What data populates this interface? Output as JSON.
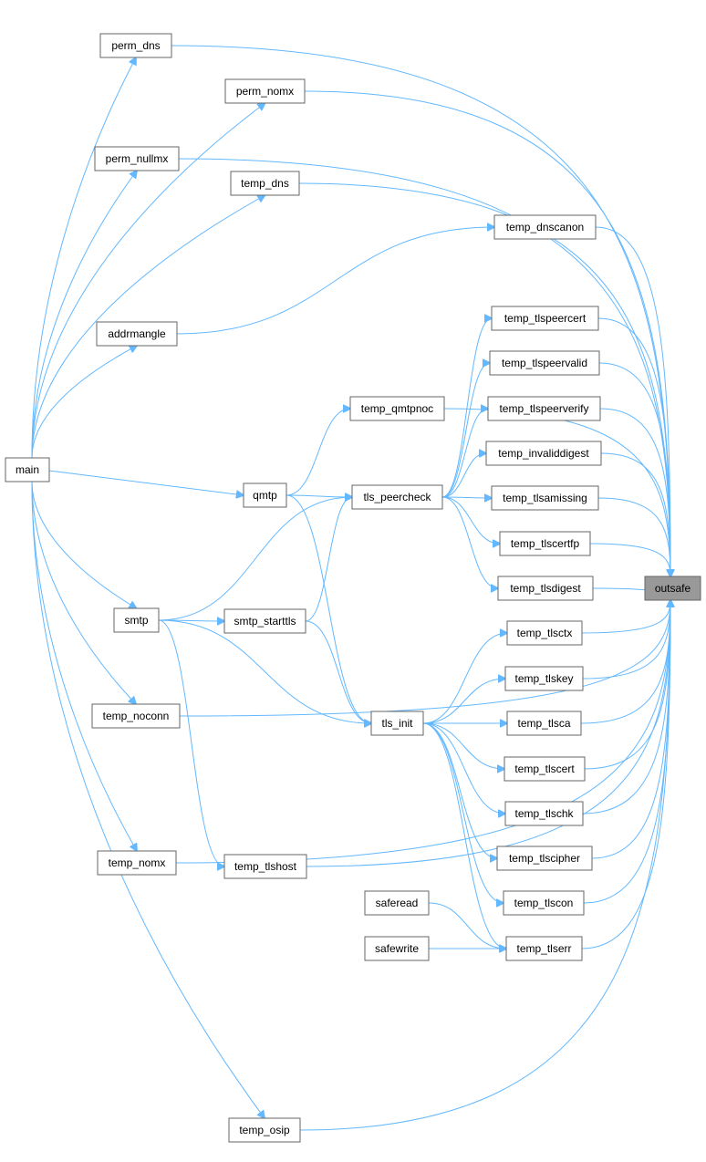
{
  "graph": {
    "colors": {
      "edge": "#63b8ff",
      "node_border": "#666666",
      "highlight_fill": "#999999",
      "background": "#ffffff"
    },
    "nodes": [
      {
        "id": "main",
        "label": "main"
      },
      {
        "id": "perm_dns",
        "label": "perm_dns"
      },
      {
        "id": "perm_nomx",
        "label": "perm_nomx"
      },
      {
        "id": "perm_nullmx",
        "label": "perm_nullmx"
      },
      {
        "id": "temp_dns",
        "label": "temp_dns"
      },
      {
        "id": "temp_dnscanon",
        "label": "temp_dnscanon"
      },
      {
        "id": "addrmangle",
        "label": "addrmangle"
      },
      {
        "id": "temp_tlspeercert",
        "label": "temp_tlspeercert"
      },
      {
        "id": "temp_tlspeervalid",
        "label": "temp_tlspeervalid"
      },
      {
        "id": "temp_qmtpnoc",
        "label": "temp_qmtpnoc"
      },
      {
        "id": "temp_tlspeerverify",
        "label": "temp_tlspeerverify"
      },
      {
        "id": "temp_invaliddigest",
        "label": "temp_invaliddigest"
      },
      {
        "id": "qmtp",
        "label": "qmtp"
      },
      {
        "id": "tls_peercheck",
        "label": "tls_peercheck"
      },
      {
        "id": "temp_tlsamissing",
        "label": "temp_tlsamissing"
      },
      {
        "id": "temp_tlscertfp",
        "label": "temp_tlscertfp"
      },
      {
        "id": "temp_tlsdigest",
        "label": "temp_tlsdigest"
      },
      {
        "id": "outsafe",
        "label": "outsafe"
      },
      {
        "id": "smtp",
        "label": "smtp"
      },
      {
        "id": "smtp_starttls",
        "label": "smtp_starttls"
      },
      {
        "id": "temp_tlsctx",
        "label": "temp_tlsctx"
      },
      {
        "id": "temp_tlskey",
        "label": "temp_tlskey"
      },
      {
        "id": "temp_noconn",
        "label": "temp_noconn"
      },
      {
        "id": "tls_init",
        "label": "tls_init"
      },
      {
        "id": "temp_tlsca",
        "label": "temp_tlsca"
      },
      {
        "id": "temp_tlscert",
        "label": "temp_tlscert"
      },
      {
        "id": "temp_tlschk",
        "label": "temp_tlschk"
      },
      {
        "id": "temp_tlscipher",
        "label": "temp_tlscipher"
      },
      {
        "id": "temp_nomx",
        "label": "temp_nomx"
      },
      {
        "id": "temp_tlshost",
        "label": "temp_tlshost"
      },
      {
        "id": "saferead",
        "label": "saferead"
      },
      {
        "id": "temp_tlscon",
        "label": "temp_tlscon"
      },
      {
        "id": "safewrite",
        "label": "safewrite"
      },
      {
        "id": "temp_tlserr",
        "label": "temp_tlserr"
      },
      {
        "id": "temp_osip",
        "label": "temp_osip"
      }
    ],
    "edges": [
      [
        "main",
        "perm_dns"
      ],
      [
        "main",
        "perm_nomx"
      ],
      [
        "main",
        "perm_nullmx"
      ],
      [
        "main",
        "temp_dns"
      ],
      [
        "main",
        "addrmangle"
      ],
      [
        "main",
        "qmtp"
      ],
      [
        "main",
        "smtp"
      ],
      [
        "main",
        "temp_noconn"
      ],
      [
        "main",
        "temp_nomx"
      ],
      [
        "main",
        "temp_osip"
      ],
      [
        "perm_dns",
        "outsafe"
      ],
      [
        "perm_nomx",
        "outsafe"
      ],
      [
        "perm_nullmx",
        "outsafe"
      ],
      [
        "temp_dns",
        "outsafe"
      ],
      [
        "temp_dnscanon",
        "outsafe"
      ],
      [
        "addrmangle",
        "temp_dnscanon"
      ],
      [
        "qmtp",
        "temp_qmtpnoc"
      ],
      [
        "qmtp",
        "tls_peercheck"
      ],
      [
        "qmtp",
        "tls_init"
      ],
      [
        "temp_qmtpnoc",
        "outsafe"
      ],
      [
        "tls_peercheck",
        "temp_tlspeercert"
      ],
      [
        "tls_peercheck",
        "temp_tlspeervalid"
      ],
      [
        "tls_peercheck",
        "temp_tlspeerverify"
      ],
      [
        "tls_peercheck",
        "temp_invaliddigest"
      ],
      [
        "tls_peercheck",
        "temp_tlsamissing"
      ],
      [
        "tls_peercheck",
        "temp_tlscertfp"
      ],
      [
        "tls_peercheck",
        "temp_tlsdigest"
      ],
      [
        "temp_tlspeercert",
        "outsafe"
      ],
      [
        "temp_tlspeervalid",
        "outsafe"
      ],
      [
        "temp_tlspeerverify",
        "outsafe"
      ],
      [
        "temp_invaliddigest",
        "outsafe"
      ],
      [
        "temp_tlsamissing",
        "outsafe"
      ],
      [
        "temp_tlscertfp",
        "outsafe"
      ],
      [
        "temp_tlsdigest",
        "outsafe"
      ],
      [
        "smtp",
        "tls_peercheck"
      ],
      [
        "smtp",
        "smtp_starttls"
      ],
      [
        "smtp",
        "tls_init"
      ],
      [
        "smtp",
        "temp_tlshost"
      ],
      [
        "smtp_starttls",
        "tls_peercheck"
      ],
      [
        "smtp_starttls",
        "tls_init"
      ],
      [
        "tls_init",
        "temp_tlsctx"
      ],
      [
        "tls_init",
        "temp_tlskey"
      ],
      [
        "tls_init",
        "temp_tlsca"
      ],
      [
        "tls_init",
        "temp_tlscert"
      ],
      [
        "tls_init",
        "temp_tlschk"
      ],
      [
        "tls_init",
        "temp_tlscipher"
      ],
      [
        "tls_init",
        "temp_tlscon"
      ],
      [
        "tls_init",
        "temp_tlserr"
      ],
      [
        "temp_tlsctx",
        "outsafe"
      ],
      [
        "temp_tlskey",
        "outsafe"
      ],
      [
        "temp_tlsca",
        "outsafe"
      ],
      [
        "temp_tlscert",
        "outsafe"
      ],
      [
        "temp_tlschk",
        "outsafe"
      ],
      [
        "temp_tlscipher",
        "outsafe"
      ],
      [
        "temp_tlscon",
        "outsafe"
      ],
      [
        "temp_tlserr",
        "outsafe"
      ],
      [
        "saferead",
        "temp_tlserr"
      ],
      [
        "safewrite",
        "temp_tlserr"
      ],
      [
        "temp_noconn",
        "outsafe"
      ],
      [
        "temp_nomx",
        "outsafe"
      ],
      [
        "temp_tlshost",
        "outsafe"
      ],
      [
        "temp_osip",
        "outsafe"
      ]
    ]
  }
}
